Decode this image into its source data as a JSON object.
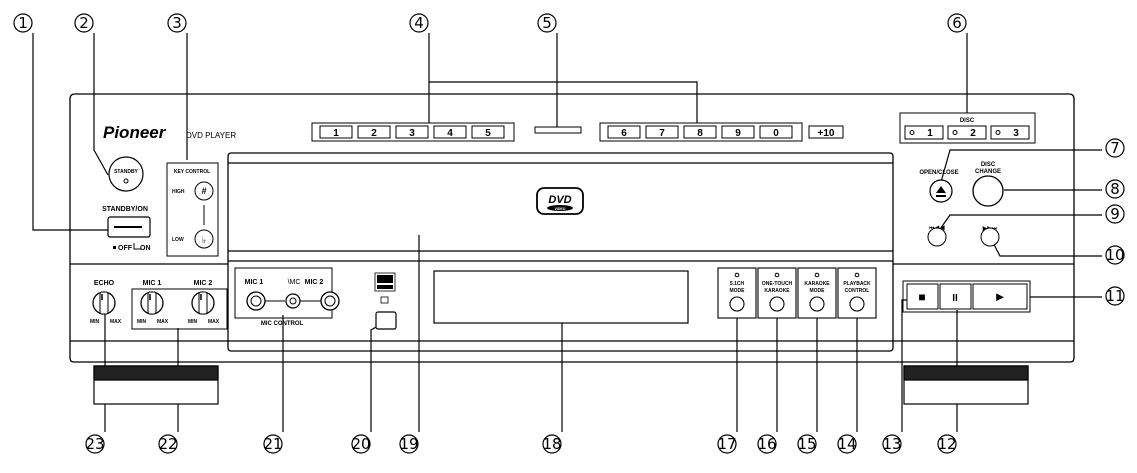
{
  "brand": {
    "logo": "Pioneer",
    "model": "DVD PLAYER"
  },
  "callouts": [
    "1",
    "2",
    "3",
    "4",
    "5",
    "6",
    "7",
    "8",
    "9",
    "10",
    "11",
    "12",
    "13",
    "14",
    "15",
    "16",
    "17",
    "18",
    "19",
    "20",
    "21",
    "22",
    "23"
  ],
  "left_controls": {
    "standby_button_label": "STANDBY",
    "standby_on_label": "STANDBY/ON",
    "off_label": "OFF",
    "on_label": "ON"
  },
  "key_control": {
    "title": "KEY CONTROL",
    "high": "HIGH",
    "low": "LOW",
    "sharp": "#",
    "flat": "♭"
  },
  "track_buttons": [
    "1",
    "2",
    "3",
    "4",
    "5",
    "6",
    "7",
    "8",
    "9",
    "0",
    "+10"
  ],
  "disc": {
    "title": "DISC",
    "buttons": [
      "1",
      "2",
      "3"
    ]
  },
  "tray": {
    "logo_main": "DVD",
    "logo_sub": "VIDEO"
  },
  "right_controls": {
    "open_close": "OPEN/CLOSE",
    "disc_change_line1": "DISC",
    "disc_change_line2": "CHANGE",
    "prev_symbol": "⏮◀◀",
    "next_symbol": "▶▶⏭"
  },
  "echo_mic": {
    "echo": "ECHO",
    "mic1": "MIC 1",
    "mic2": "MIC 2",
    "min": "MIN",
    "max": "MAX"
  },
  "mic_control": {
    "mic1": "MIC 1",
    "mic2": "MIC 2",
    "mic_symbol": "\\MC",
    "title": "MIC CONTROL"
  },
  "karaoke_buttons": [
    {
      "line1": "5.1CH",
      "line2": "MODE"
    },
    {
      "line1": "ONE-TOUCH",
      "line2": "KARAOKE"
    },
    {
      "line1": "KARAOKE",
      "line2": "MODE"
    },
    {
      "line1": "PLAYBACK",
      "line2": "CONTROL"
    }
  ],
  "transport": {
    "stop": "■",
    "pause": "II",
    "play": "►"
  }
}
